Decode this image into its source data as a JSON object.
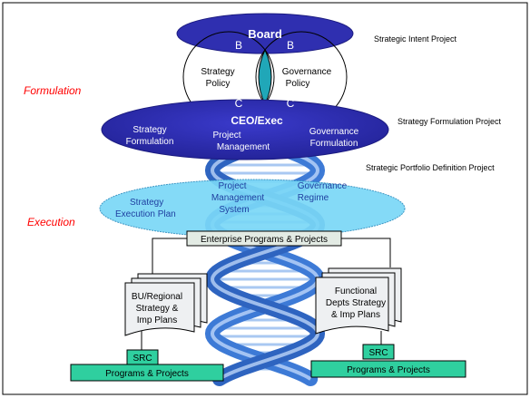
{
  "board": {
    "title": "Board",
    "left_letter": "B",
    "right_letter": "B"
  },
  "circles": {
    "left_line1": "Strategy",
    "left_line2": "Policy",
    "right_line1": "Governance",
    "right_line2": "Policy",
    "left_bottom_letter": "C",
    "right_bottom_letter": "C"
  },
  "ceo": {
    "title": "CEO/Exec",
    "left_line1": "Strategy",
    "left_line2": "Formulation",
    "mid_line1": "Project",
    "mid_line2": "Management",
    "right_line1": "Governance",
    "right_line2": "Formulation"
  },
  "portfolio": {
    "left_line1": "Strategy",
    "left_line2": "Execution Plan",
    "mid_line1": "Project",
    "mid_line2": "Management",
    "mid_line3": "System",
    "right_line1": "Governance",
    "right_line2": "Regime"
  },
  "side_labels": {
    "formulation": "Formulation",
    "execution": "Execution",
    "strategic_intent": "Strategic Intent Project",
    "strategy_formulation": "Strategy Formulation Project",
    "portfolio_definition": "Strategic Portfolio Definition Project"
  },
  "enterprise": "Enterprise Programs & Projects",
  "bu_doc": {
    "line1": "BU/Regional",
    "line2": "Strategy &",
    "line3": "Imp Plans"
  },
  "func_doc": {
    "line1": "Functional",
    "line2": "Depts Strategy",
    "line3": "& Imp Plans"
  },
  "src_left": "SRC",
  "src_right": "SRC",
  "programs_left": "Programs & Projects",
  "programs_right": "Programs & Projects",
  "colors": {
    "navy": "#2f2fb0",
    "light_blue": "#6fd3f5",
    "green": "#2fcf9f",
    "helix": "#3d7ad6"
  }
}
